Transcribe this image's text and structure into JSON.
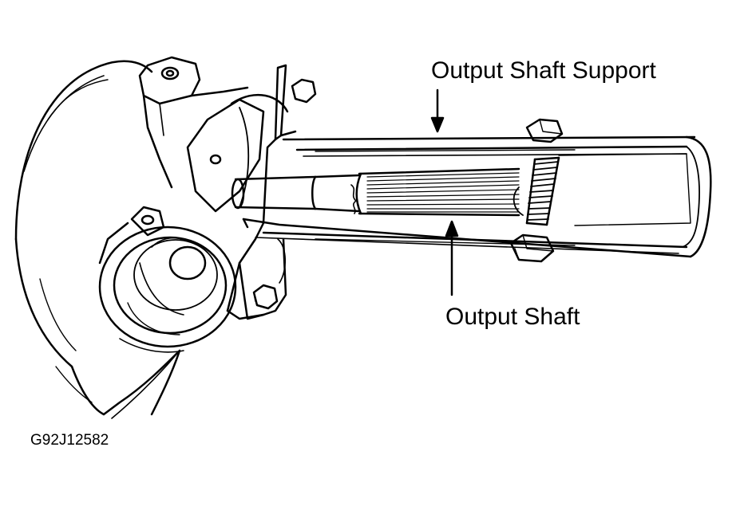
{
  "labels": {
    "output_shaft_support": "Output Shaft Support",
    "output_shaft": "Output Shaft",
    "figure_id": "G92J12582"
  },
  "colors": {
    "ink": "#000000",
    "paper": "#ffffff"
  }
}
